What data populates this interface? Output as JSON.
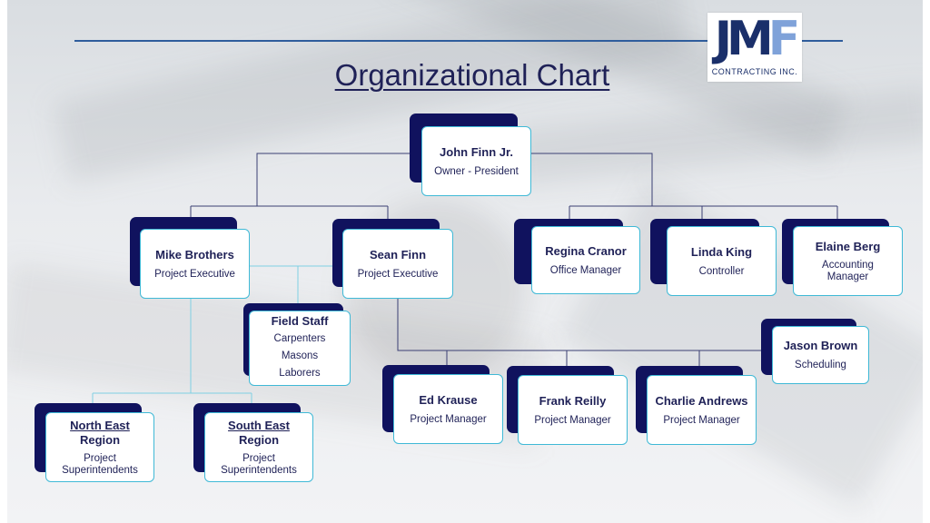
{
  "title": "Organizational Chart",
  "logo": {
    "letters_a": "JM",
    "letters_b": "F",
    "subtitle": "CONTRACTING INC."
  },
  "colors": {
    "navy": "#10125e",
    "text": "#1f2157",
    "card_border": "#3fb9d6",
    "rule": "#2f5d9c",
    "connector_dark": "#3a3f73",
    "connector_light": "#7fd0e3"
  },
  "nodes": {
    "john": {
      "name": "John Finn Jr.",
      "role": "Owner - President"
    },
    "mike": {
      "name": "Mike Brothers",
      "role": "Project Executive"
    },
    "sean": {
      "name": "Sean Finn",
      "role": "Project Executive"
    },
    "regina": {
      "name": "Regina Cranor",
      "role": "Office Manager"
    },
    "linda": {
      "name": "Linda King",
      "role": "Controller"
    },
    "elaine": {
      "name": "Elaine Berg",
      "role_line1": "Accounting",
      "role_line2": "Manager"
    },
    "field": {
      "name": "Field Staff",
      "items": [
        "Carpenters",
        "Masons",
        "Laborers"
      ]
    },
    "jason": {
      "name": "Jason Brown",
      "role": "Scheduling"
    },
    "ed": {
      "name": "Ed Krause",
      "role": "Project Manager"
    },
    "frank": {
      "name": "Frank Reilly",
      "role": "Project Manager"
    },
    "charlie": {
      "name": "Charlie Andrews",
      "role": "Project Manager"
    },
    "northeast": {
      "name_line1": "North East",
      "name_line2": "Region",
      "role_line1": "Project",
      "role_line2": "Superintendents"
    },
    "southeast": {
      "name_line1": "South East",
      "name_line2": "Region",
      "role_line1": "Project",
      "role_line2": "Superintendents"
    }
  }
}
